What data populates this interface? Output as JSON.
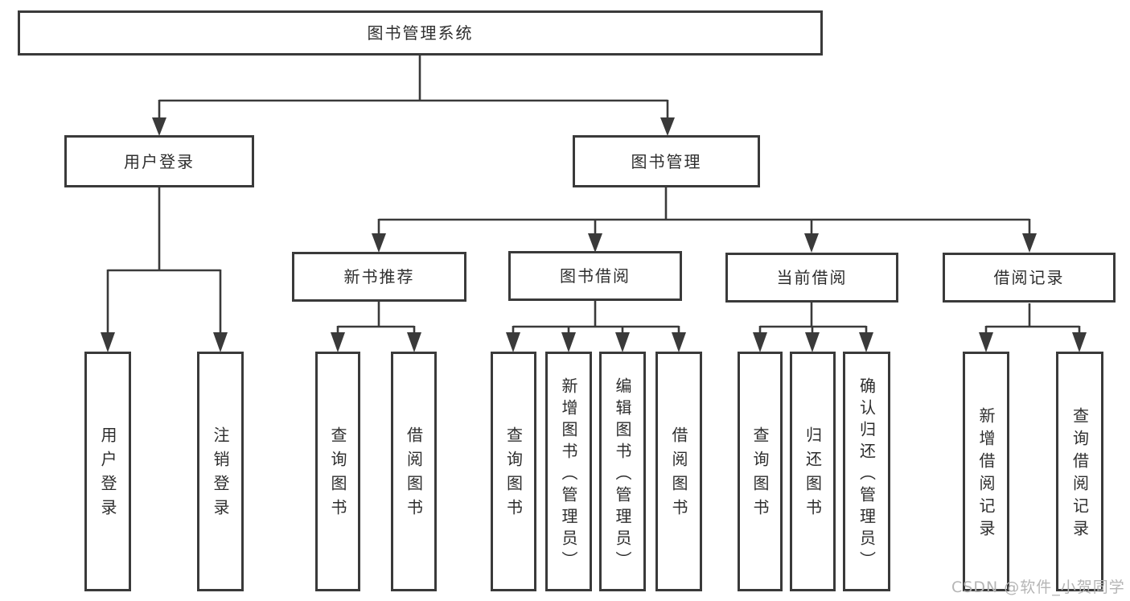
{
  "diagram_type": "hierarchy-tree",
  "colors": {
    "line": "#3a3a3a",
    "box_border": "#3a3a3a",
    "text": "#2e2e2e",
    "watermark": "#b5b5b5",
    "background": "#ffffff"
  },
  "tree": {
    "root": {
      "label": "图书管理系统"
    },
    "branches": [
      {
        "label": "用户登录",
        "children": [
          {
            "label": "用户登录"
          },
          {
            "label": "注销登录"
          }
        ]
      },
      {
        "label": "图书管理",
        "children": [
          {
            "label": "新书推荐",
            "children": [
              {
                "label": "查询图书"
              },
              {
                "label": "借阅图书"
              }
            ]
          },
          {
            "label": "图书借阅",
            "children": [
              {
                "label": "查询图书"
              },
              {
                "label": "新增图书（管理员）"
              },
              {
                "label": "编辑图书（管理员）"
              },
              {
                "label": "借阅图书"
              }
            ]
          },
          {
            "label": "当前借阅",
            "children": [
              {
                "label": "查询图书"
              },
              {
                "label": "归还图书"
              },
              {
                "label": "确认归还（管理员）"
              }
            ]
          },
          {
            "label": "借阅记录",
            "children": [
              {
                "label": "新增借阅记录"
              },
              {
                "label": "查询借阅记录"
              }
            ]
          }
        ]
      }
    ]
  },
  "watermark": {
    "text": "CSDN @软件_小贺同学"
  }
}
